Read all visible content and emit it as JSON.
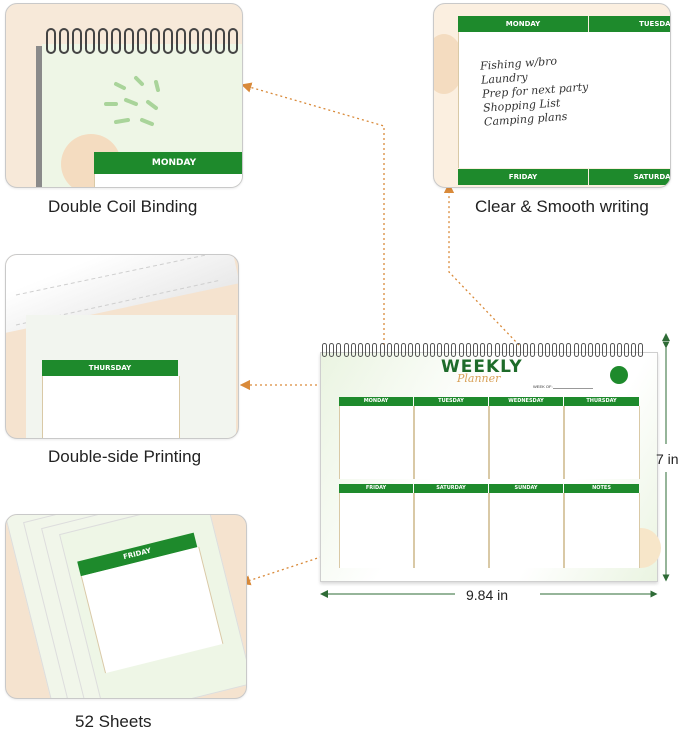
{
  "panels": {
    "coil": {
      "caption": "Double Coil Binding",
      "day_label": "MONDAY"
    },
    "writing": {
      "caption": "Clear & Smooth writing",
      "day_labels": [
        "MONDAY",
        "TUESDAY",
        "FRIDAY",
        "SATURDAY"
      ],
      "handwriting": [
        "Fishing w/bro",
        "Laundry",
        "Prep for next party",
        "Shopping List",
        "Camping plans"
      ]
    },
    "printing": {
      "caption": "Double-side Printing",
      "day_label": "THURSDAY"
    },
    "sheets": {
      "caption": "52 Sheets",
      "day_label": "FRIDAY"
    }
  },
  "planner": {
    "title": "WEEKLY",
    "subtitle": "Planner",
    "week_of_label": "WEEK OF:",
    "top_days": [
      "MONDAY",
      "TUESDAY",
      "WEDNESDAY",
      "THURSDAY"
    ],
    "bottom_days": [
      "FRIDAY",
      "SATURDAY",
      "SUNDAY",
      "NOTES"
    ]
  },
  "dimensions": {
    "height": "7 in",
    "width": "9.84 in"
  },
  "colors": {
    "accent_green": "#1e8a2c",
    "arrow_orange": "#d98a3a",
    "sheet_mint": "#eef6e6",
    "panel_peach": "#f7e9d9"
  }
}
